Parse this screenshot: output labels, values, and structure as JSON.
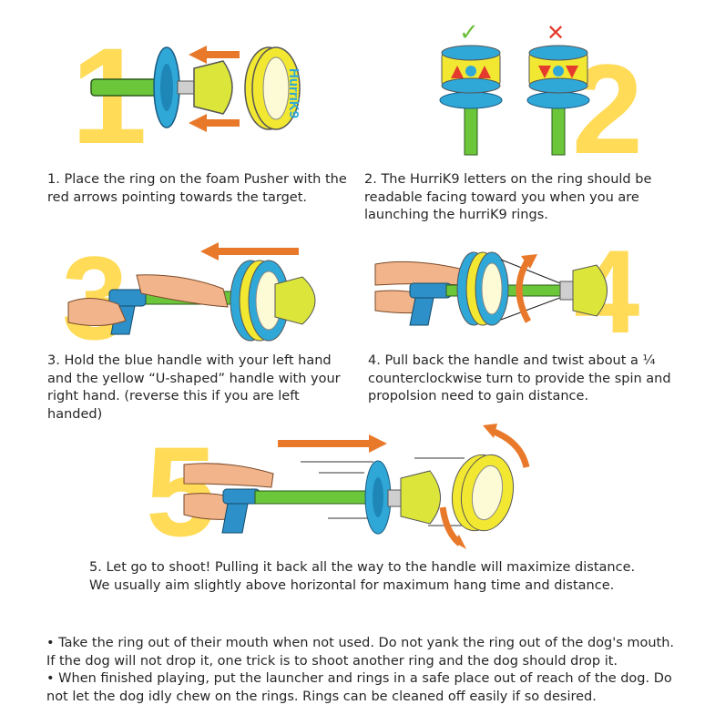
{
  "steps": [
    {
      "number": "1",
      "text": "1. Place the ring on the foam Pusher with the red arrows pointing towards the target."
    },
    {
      "number": "2",
      "text": "2. The HurriK9 letters on the ring should be readable facing toward you when you are launching the hurriK9 rings."
    },
    {
      "number": "3",
      "text": "3. Hold the blue handle with your left hand and the yellow “U-shaped” handle with your right hand. (reverse this if you are left handed)"
    },
    {
      "number": "4",
      "text": "4. Pull back the handle and twist about a ¼ counterclockwise turn to provide the spin and propolsion need to gain distance."
    },
    {
      "number": "5",
      "text": "5. Let go to shoot! Pulling it back all the way to the handle will maximize distance. We usually aim slightly above horizontal for maximum hang time and distance."
    }
  ],
  "ring_brand": "HurriK9",
  "marks": {
    "correct": "✓",
    "wrong": "✕"
  },
  "notes": [
    "• Take the ring out of their mouth when not used. Do not yank the ring out of the dog's mouth. If the dog will not drop it, one trick is to shoot another ring and the dog should drop it.",
    "• When finished playing, put the launcher and rings in a safe place out of reach of the dog. Do not let the dog idly chew on the rings. Rings can be cleaned off easily if so desired."
  ],
  "colors": {
    "number": "#FFD84A",
    "ring_yellow": "#F2E832",
    "ring_blue": "#2FA8D8",
    "rod_green": "#6CC63A",
    "arrow_orange": "#E9792A",
    "check_green": "#6CBF3A",
    "cross_red": "#E53B2E",
    "skin": "#F2B48A",
    "handle_blue": "#2E90C8"
  },
  "icons": [
    "orange-arrow-icon",
    "checkmark-icon",
    "cross-icon",
    "twist-arrow-icon"
  ]
}
